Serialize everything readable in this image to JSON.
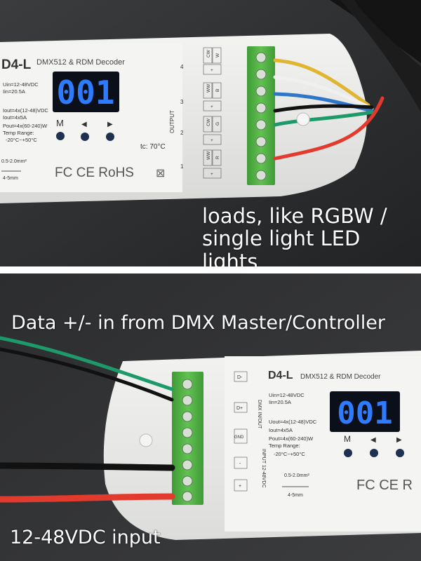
{
  "top_photo": {
    "model": "D4-L",
    "product": "DMX512 & RDM Decoder",
    "display_value": "001",
    "spec_lines": [
      "Uin=12-48VDC",
      "Iin=20.5A",
      "Iout=4x(12-48)VDC",
      "Iout=4x5A",
      "Pout=4x(60-240)W",
      "Temp Range:",
      "-20°C~+50°C"
    ],
    "buttons": [
      "M",
      "◀",
      "▶"
    ],
    "tc": "tc: 70°C",
    "wire_gauge": "0.5-2.0mm²",
    "strip_len": "4-5mm",
    "certs": "FC CE RoHS",
    "output_label": "OUTPUT",
    "channels": [
      "4",
      "3",
      "2",
      "1"
    ],
    "terminals": [
      "CW",
      "W",
      "+",
      "WW",
      "B",
      "+",
      "CW",
      "G",
      "+",
      "WW",
      "R",
      "+"
    ],
    "caption_line1": "loads, like RGBW /",
    "caption_line2": "single light LED lights"
  },
  "bottom_photo": {
    "model": "D4-L",
    "product": "DMX512 & RDM Decoder",
    "display_value": "001",
    "spec_lines": [
      "Uin=12-48VDC",
      "Iin=20.5A",
      "Uout=4x(12-48)VDC",
      "Iout=4x5A",
      "Pout=4x(60-240)W",
      "Temp Range:",
      "-20°C~+50°C"
    ],
    "buttons": [
      "M",
      "◀",
      "▶"
    ],
    "wire_gauge": "0.5-2.0mm²",
    "strip_len": "4-5mm",
    "certs": "FC CE R",
    "dmx_label": "DMX IN/OUT",
    "input_label": "INPUT 12-48VDC",
    "terminals": [
      "D-",
      "D+",
      "GND",
      "-",
      "+"
    ],
    "caption_top": "Data +/- in from DMX Master/Controller",
    "caption_bottom": "12-48VDC input"
  },
  "colors": {
    "led_blue": "#2f7bff",
    "terminal_green": "#59b848",
    "device_white": "#ecedec",
    "wire_red": "#e23b2e",
    "wire_black": "#1a1a1a",
    "wire_green": "#1e9a6a"
  }
}
